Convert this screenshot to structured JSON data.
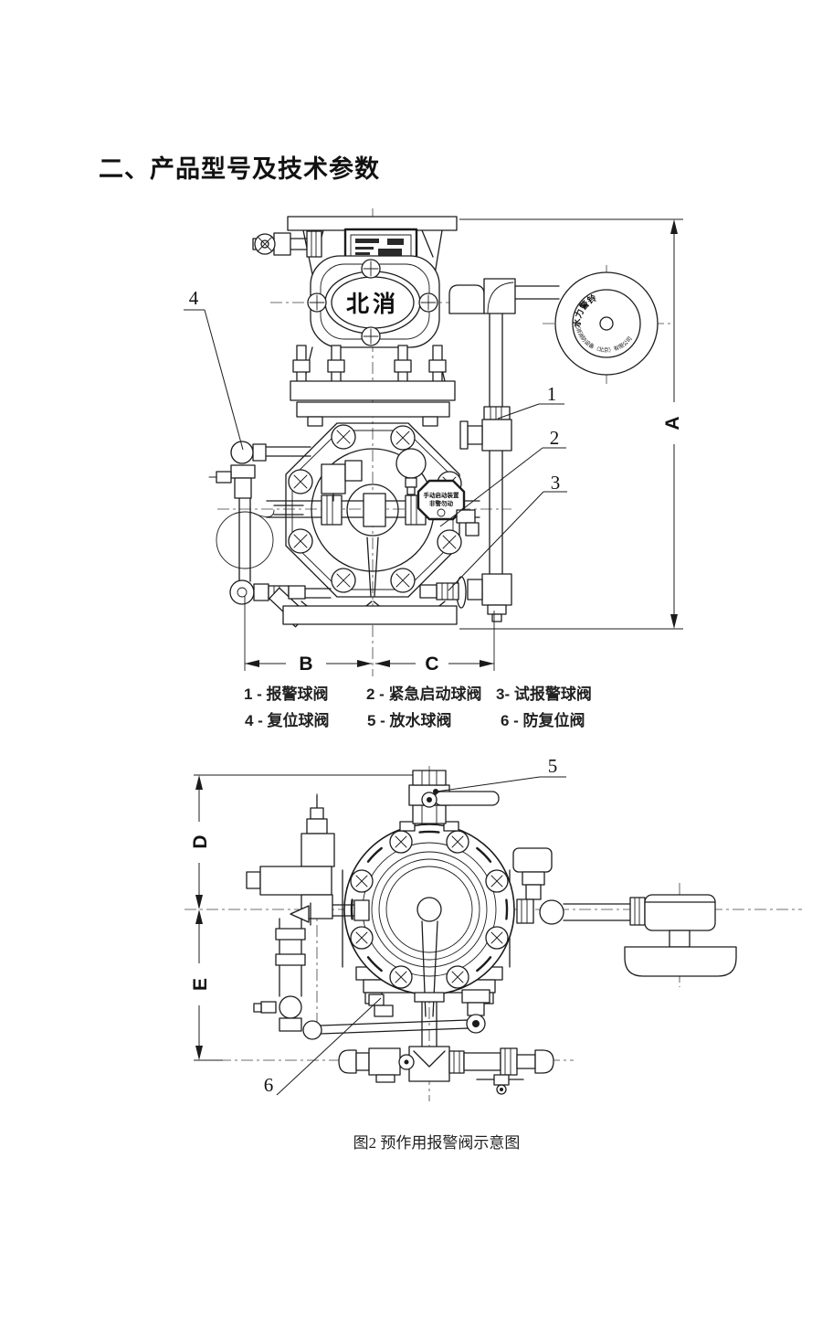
{
  "page": {
    "heading": "二、产品型号及技术参数",
    "caption": "图2 预作用报警阀示意图"
  },
  "legend": {
    "items": [
      "1 - 报警球阀",
      "2 - 紧急启动球阀",
      "3- 试报警球阀",
      "4 - 复位球阀",
      "5 - 放水球阀",
      "6 - 防复位阀"
    ]
  },
  "figure_top": {
    "callouts": {
      "c1": "1",
      "c2": "2",
      "c3": "3",
      "c4": "4"
    },
    "dims": {
      "a": "A",
      "b": "B",
      "c": "C"
    },
    "logo_text": "北消",
    "gong_text_top": "水力警铃",
    "gong_text_bottom": "北消消防设备（北京）有限公司",
    "tag_line1": "手动启动装置",
    "tag_line2": "非警勿动"
  },
  "figure_bottom": {
    "callouts": {
      "c5": "5",
      "c6": "6"
    },
    "dims": {
      "d": "D",
      "e": "E"
    }
  },
  "colors": {
    "line": "#1c1c1c",
    "text": "#111111",
    "paper": "#ffffff"
  }
}
